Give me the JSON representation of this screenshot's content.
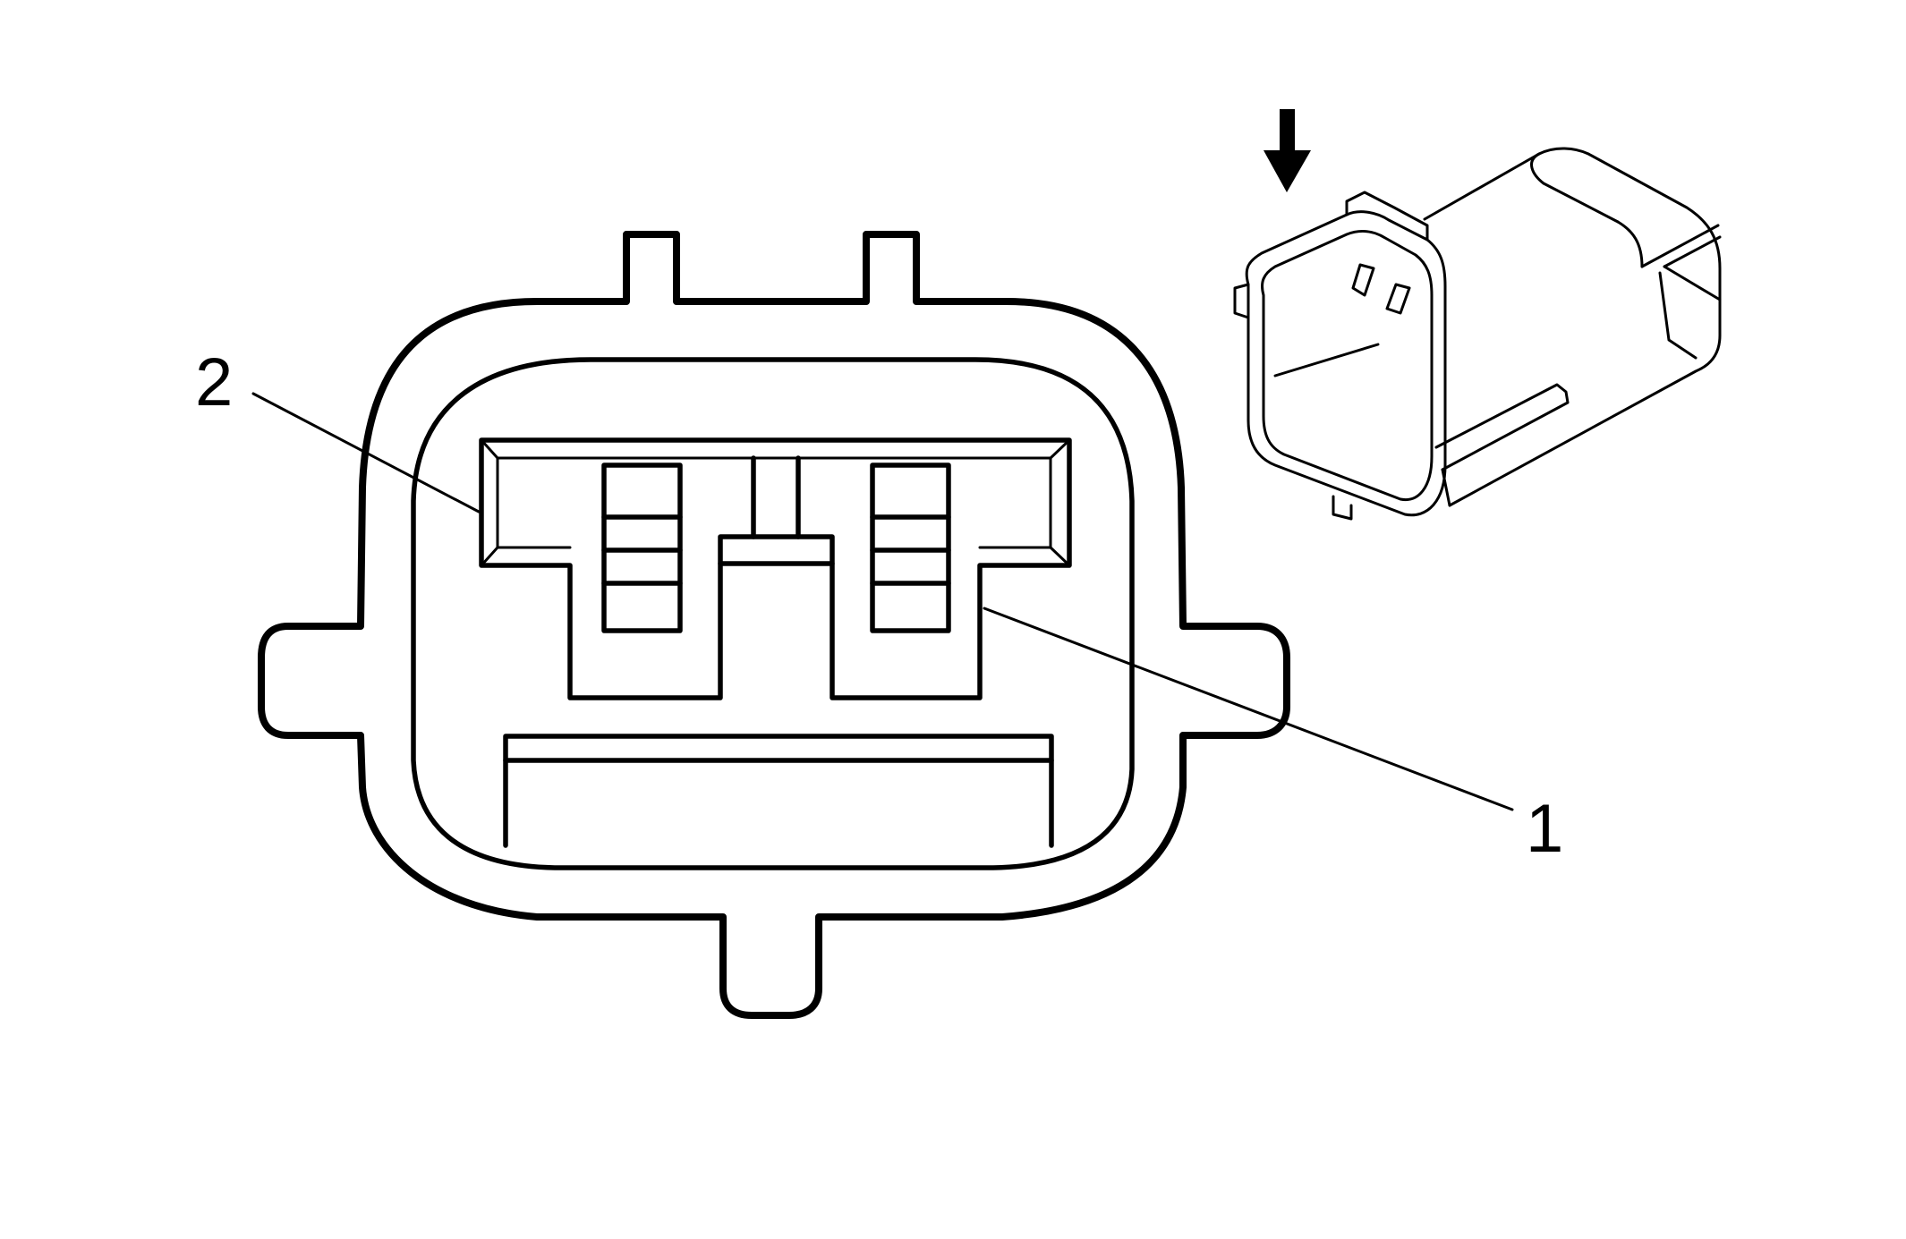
{
  "callouts": [
    {
      "id": "1",
      "label": "1"
    },
    {
      "id": "2",
      "label": "2"
    }
  ],
  "colors": {
    "line": "#000000",
    "background": "#ffffff"
  },
  "icons": {
    "view_direction": "down-arrow-icon"
  }
}
